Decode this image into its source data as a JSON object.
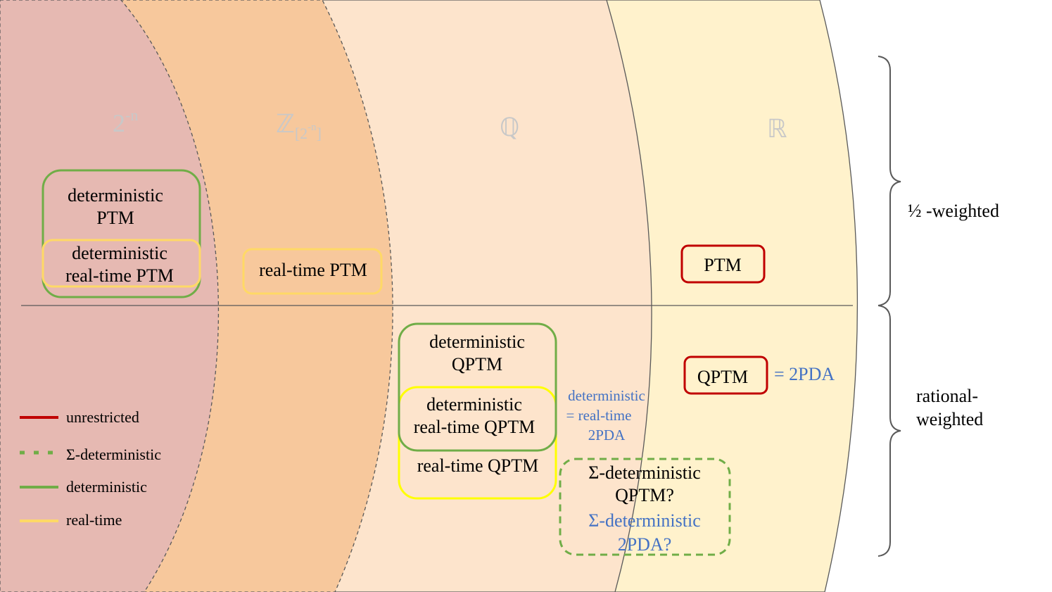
{
  "regions": {
    "r1": {
      "label": "2",
      "sup": "-n"
    },
    "r2": {
      "label": "ℤ",
      "sub_pre": "[2",
      "sub_sup": "-n",
      "sub_post": "]"
    },
    "r3": {
      "label": "ℚ"
    },
    "r4": {
      "label": "ℝ"
    }
  },
  "boxes": {
    "det_ptm": {
      "line1": "deterministic",
      "line2": "PTM"
    },
    "det_rt_ptm": {
      "line1": "deterministic",
      "line2": "real-time PTM"
    },
    "rt_ptm": {
      "line1": "real-time PTM"
    },
    "ptm": {
      "line1": "PTM"
    },
    "det_qptm": {
      "line1": "deterministic",
      "line2": "QPTM"
    },
    "det_rt_qptm": {
      "line1": "deterministic",
      "line2": "real-time QPTM"
    },
    "rt_qptm": {
      "line1": "real-time QPTM"
    },
    "qptm": {
      "line1": "QPTM"
    },
    "sigma_qptm": {
      "line1": "Σ-deterministic",
      "line2": "QPTM?"
    }
  },
  "annotations": {
    "qptm_eq": "= 2PDA",
    "det_rt_eq": {
      "line1": "deterministic",
      "line2": "= real-time",
      "line3": "2PDA"
    },
    "sigma_2pda": {
      "line1": "Σ-deterministic",
      "line2": "2PDA?"
    }
  },
  "side_labels": {
    "half": "½ -weighted",
    "rational": {
      "line1": "rational-",
      "line2": "weighted"
    }
  },
  "legend": {
    "unrestricted": "unrestricted",
    "sigma": "Σ-deterministic",
    "deterministic": "deterministic",
    "realtime": "real-time"
  },
  "colors": {
    "region1": "#e6b9b2",
    "region2": "#f7c89c",
    "region3": "#fde4cc",
    "region4": "#fff2cc",
    "red": "#c00000",
    "green": "#70ad47",
    "yellow": "#ffd966",
    "bright_yellow": "#ffff00",
    "blue": "#4472c4",
    "region_label": "#c8c8c8"
  }
}
